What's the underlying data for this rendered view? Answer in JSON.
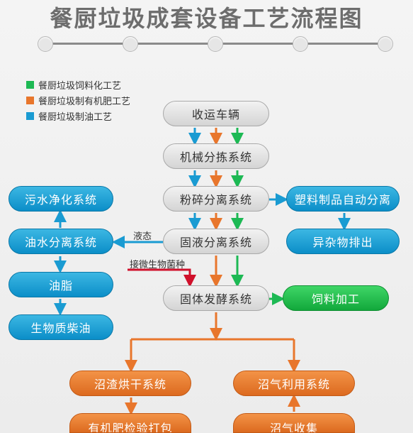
{
  "title": "餐厨垃圾成套设备工艺流程图",
  "legend": [
    {
      "label": "餐厨垃圾饲料化工艺",
      "color": "#1db954"
    },
    {
      "label": "餐厨垃圾制有机肥工艺",
      "color": "#e8762c"
    },
    {
      "label": "餐厨垃圾制油工艺",
      "color": "#1a9bd2"
    }
  ],
  "colors": {
    "green": "#1db954",
    "orange": "#e8762c",
    "blue": "#1a9bd2",
    "red": "#d0102b"
  },
  "nodes": {
    "collection": "收运车辆",
    "sorting": "机械分拣系统",
    "crushing": "粉碎分离系统",
    "solid_liquid": "固液分离系统",
    "fermentation": "固体发酵系统",
    "sewage": "污水净化系统",
    "oil_water": "油水分离系统",
    "grease": "油脂",
    "biodiesel": "生物质柴油",
    "plastic": "塑料制品自动分离",
    "impurity": "异杂物排出",
    "feed": "饲料加工",
    "residue_drying": "沼渣烘干系统",
    "organic_fertilizer": "有机肥检验打包",
    "biogas_use": "沼气利用系统",
    "biogas_collect": "沼气收集"
  },
  "edge_labels": {
    "liquid": "液态",
    "inoculate": "接微生物菌种"
  }
}
